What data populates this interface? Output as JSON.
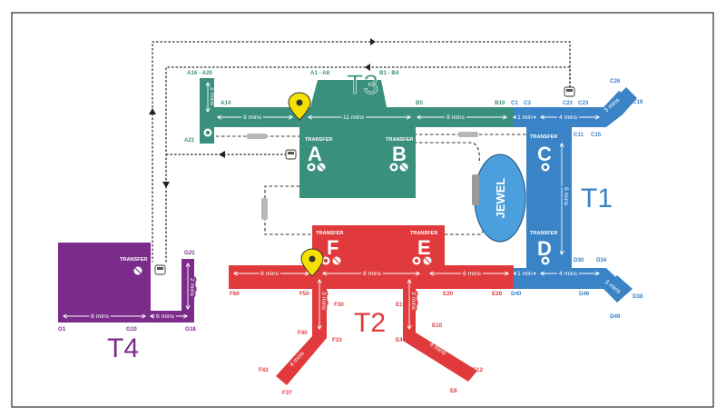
{
  "colors": {
    "t1": "#3a83c6",
    "t2": "#e03a3c",
    "t3": "#3a8f7d",
    "t4": "#7b2b8a",
    "jewel": "#4a9fdc",
    "pin": "#f5e000"
  },
  "terminals": {
    "t1": "T1",
    "t2": "T2",
    "t3": "T3",
    "t4": "T4",
    "jewel": "JEWEL"
  },
  "halls": {
    "a": "A",
    "b": "B",
    "c": "C",
    "d": "D",
    "e": "E",
    "f": "F"
  },
  "transfer_label": "TRANSFER",
  "gates": {
    "t3": [
      "A16 - A20",
      "A14",
      "A21",
      "A1 - A8",
      "B1 - B4",
      "B5",
      "B10"
    ],
    "t1": [
      "C1",
      "C3",
      "C21",
      "C23",
      "C26",
      "C19",
      "C11",
      "C15",
      "D30",
      "D34",
      "D40",
      "D46",
      "D38",
      "D49"
    ],
    "t2": [
      "F60",
      "F50",
      "F30",
      "F40",
      "F33",
      "F42",
      "F37",
      "E1",
      "E4",
      "E10",
      "E12",
      "E8",
      "E20",
      "E28"
    ],
    "t4": [
      "G21",
      "G1",
      "G10",
      "G18"
    ]
  },
  "walk_times": {
    "t3_left_vertical": "2 mins",
    "t3_a_segment": "9 mins",
    "t3_ab_segment": "11 mins",
    "t3_b_segment": "9 mins",
    "t1_top_segment": "1 min",
    "t1_c_segment": "4 mins",
    "t1_top_diagonal": "3 mins",
    "t1_vertical": "6 mins",
    "t1_bottom_segment": "1 min",
    "t1_d_segment": "4 mins",
    "t1_bottom_diagonal": "3 mins",
    "t2_left_segment": "8 mins",
    "t2_fe_segment": "8 mins",
    "t2_right_segment": "6 mins",
    "t2_f_vertical": "3 mins",
    "t2_e_vertical": "3 mins",
    "t2_f_diagonal": "4 mins",
    "t2_e_diagonal": "4 mins",
    "t4_vertical": "2 mins",
    "t4_left_segment": "8 mins",
    "t4_right_segment": "6 mins"
  },
  "icons": [
    "location-pin-icon",
    "bus-icon",
    "skytrain-icon",
    "restroom-icon",
    "no-smoking-icon"
  ]
}
